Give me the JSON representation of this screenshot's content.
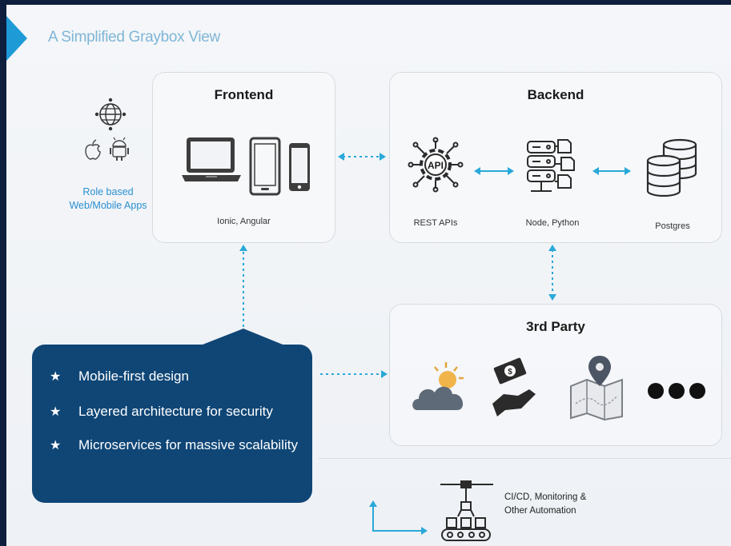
{
  "slide": {
    "title": "A Simplified Graybox View"
  },
  "clients": {
    "label_line1": "Role based",
    "label_line2": "Web/Mobile Apps",
    "icons": [
      "globe-network-icon",
      "apple-icon",
      "android-icon"
    ]
  },
  "frontend": {
    "title": "Frontend",
    "caption": "Ionic, Angular",
    "icons": [
      "laptop-icon",
      "tablet-icon",
      "phone-icon"
    ]
  },
  "backend": {
    "title": "Backend",
    "components": [
      {
        "label": "REST APIs",
        "icon": "api-gear-icon",
        "icon_text": "API"
      },
      {
        "label": "Node, Python",
        "icon": "server-stack-icon"
      },
      {
        "label": "Postgres",
        "icon": "database-icon"
      }
    ]
  },
  "third_party": {
    "title": "3rd Party",
    "icons": [
      "weather-icon",
      "payment-icon",
      "map-icon",
      "more-dots-icon"
    ]
  },
  "highlights": {
    "items": [
      "Mobile-first design",
      "Layered architecture for security",
      "Microservices for massive scalability"
    ]
  },
  "cicd": {
    "label_line1": "CI/CD, Monitoring &",
    "label_line2": "Other Automation",
    "icon": "assembly-line-icon"
  },
  "colors": {
    "accent": "#1e9bd7",
    "connector": "#2aa9d8",
    "panel": "#0f4676",
    "title_text": "#7fb6d6",
    "icon_dark": "#3a3a3a"
  }
}
